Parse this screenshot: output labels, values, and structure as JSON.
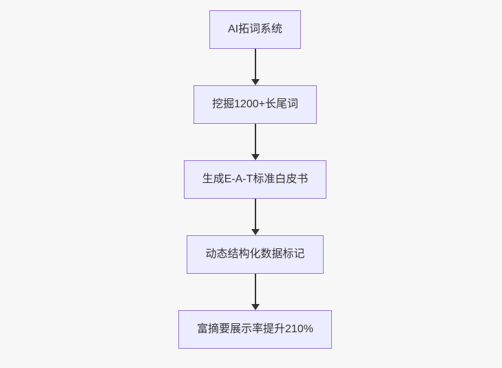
{
  "diagram": {
    "type": "flowchart",
    "direction": "top-down",
    "nodes": [
      {
        "id": "n1",
        "label": "AI拓词系统"
      },
      {
        "id": "n2",
        "label": "挖掘1200+长尾词"
      },
      {
        "id": "n3",
        "label": "生成E-A-T标准白皮书"
      },
      {
        "id": "n4",
        "label": "动态结构化数据标记"
      },
      {
        "id": "n5",
        "label": "富摘要展示率提升210%"
      }
    ],
    "edges": [
      {
        "from": "AI拓词系统",
        "to": "挖掘1200+长尾词"
      },
      {
        "from": "挖掘1200+长尾词",
        "to": "生成E-A-T标准白皮书"
      },
      {
        "from": "生成E-A-T标准白皮书",
        "to": "动态结构化数据标记"
      },
      {
        "from": "动态结构化数据标记",
        "to": "富摘要展示率提升210%"
      }
    ],
    "colors": {
      "background": "#f7f7f7",
      "node_fill": "#ececff",
      "node_border": "#9370db",
      "arrow": "#333333",
      "text": "#333333"
    }
  }
}
